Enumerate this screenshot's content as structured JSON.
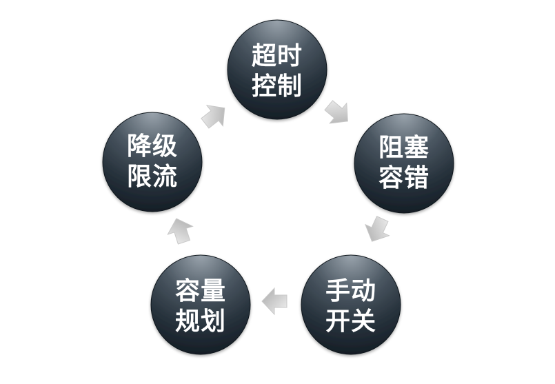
{
  "diagram": {
    "type": "cycle",
    "nodes": [
      {
        "id": "timeout",
        "line1": "超时",
        "line2": "控制"
      },
      {
        "id": "block",
        "line1": "阻塞",
        "line2": "容错"
      },
      {
        "id": "switch",
        "line1": "手动",
        "line2": "开关"
      },
      {
        "id": "capacity",
        "line1": "容量",
        "line2": "规划"
      },
      {
        "id": "degrade",
        "line1": "降级",
        "line2": "限流"
      }
    ],
    "flow": [
      "timeout",
      "block",
      "switch",
      "capacity",
      "degrade",
      "timeout"
    ],
    "colors": {
      "node_top": "#9aa4ad",
      "node_mid": "#3a4650",
      "node_bottom": "#121a22",
      "arrow_light": "#eeeeee",
      "arrow_dark": "#a9a9a9",
      "label": "#ffffff"
    }
  }
}
